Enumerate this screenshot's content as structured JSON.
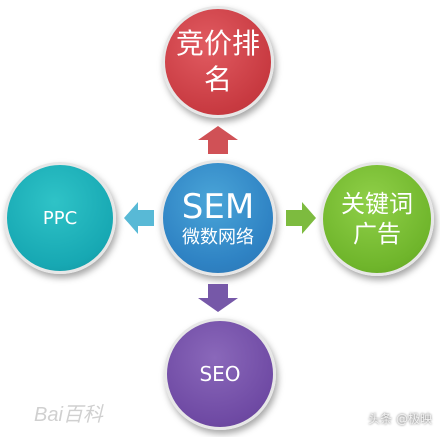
{
  "nodes": {
    "top": {
      "line1": "竞价排",
      "line2": "名",
      "color": "#c83a41"
    },
    "center": {
      "title": "SEM",
      "subtitle": "微数网络",
      "color": "#2f83c4"
    },
    "left": {
      "label": "PPC",
      "color": "#17a8b3"
    },
    "right": {
      "line1": "关键词",
      "line2": "广告",
      "color": "#6fb52b"
    },
    "bottom": {
      "label": "SEO",
      "color": "#6f4aa4"
    }
  },
  "arrows": {
    "up_color": "#d05156",
    "left_color": "#58b9d6",
    "right_color": "#7dbb3f",
    "down_color": "#7658a8"
  },
  "watermark": "Bai百科",
  "credit": "头条 @极映"
}
